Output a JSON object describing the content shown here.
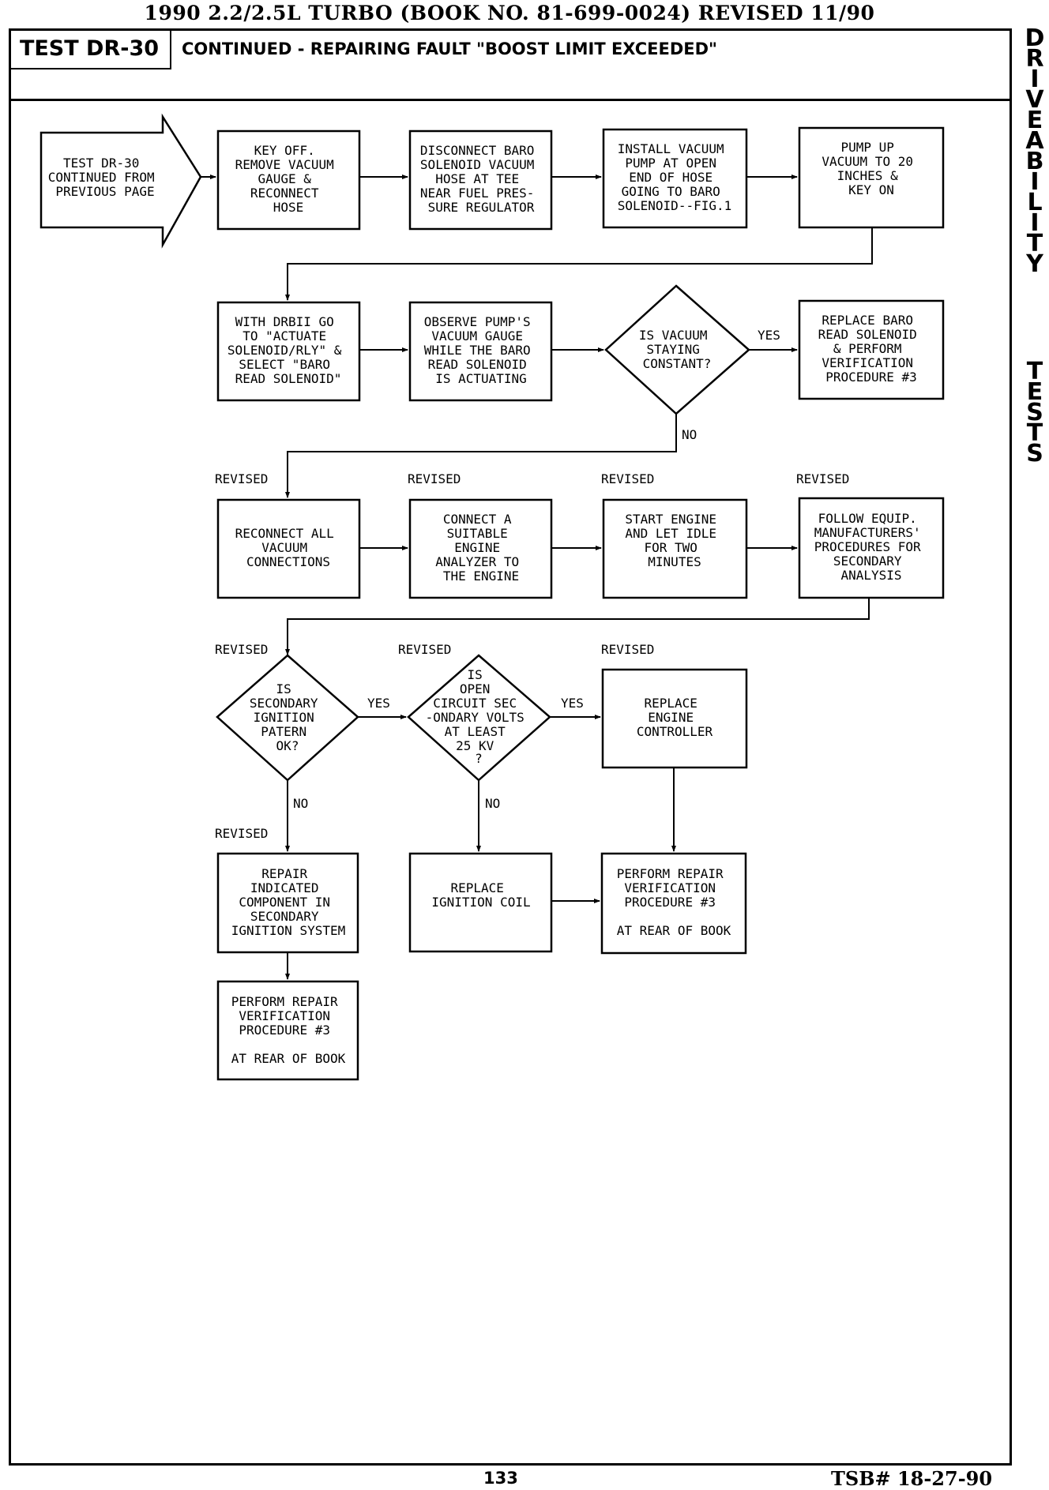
{
  "header": "1990 2.2/2.5L TURBO (BOOK NO. 81-699-0024) REVISED 11/90",
  "test_id": "TEST DR-30",
  "test_title": "CONTINUED - REPAIRING FAULT \"BOOST LIMIT EXCEEDED\"",
  "side_label_1": [
    "D",
    "R",
    "I",
    "V",
    "E",
    "A",
    "B",
    "I",
    "L",
    "I",
    "T",
    "Y"
  ],
  "side_label_2": [
    "T",
    "E",
    "S",
    "T",
    "S"
  ],
  "footer": {
    "page": "133",
    "tsb": "TSB# 18-27-90"
  },
  "nodes": {
    "start": [
      "TEST DR-30",
      "CONTINUED FROM",
      "PREVIOUS PAGE"
    ],
    "key_off": [
      "KEY OFF.",
      "REMOVE VACUUM",
      "GAUGE &",
      "RECONNECT",
      "HOSE"
    ],
    "disconnect": [
      "DISCONNECT BARO",
      "SOLENOID VACUUM",
      "HOSE AT TEE",
      "NEAR FUEL PRES-",
      "SURE REGULATOR"
    ],
    "install_pump": [
      "INSTALL VACUUM",
      "PUMP AT OPEN",
      "END OF HOSE",
      "GOING TO BARO",
      "SOLENOID--FIG.1"
    ],
    "pump_up": [
      "PUMP UP",
      "VACUUM TO 20",
      "INCHES  &",
      "KEY ON"
    ],
    "drbii": [
      "WITH DRBII GO",
      "TO \"ACTUATE",
      "SOLENOID/RLY\" &",
      "SELECT \"BARO",
      "READ SOLENOID\""
    ],
    "observe": [
      "OBSERVE PUMP'S",
      "VACUUM GAUGE",
      "WHILE THE BARO",
      "READ SOLENOID",
      "IS ACTUATING"
    ],
    "vacuum_q": [
      "IS VACUUM",
      "STAYING",
      "CONSTANT?"
    ],
    "replace_baro": [
      "REPLACE BARO",
      "READ SOLENOID",
      "& PERFORM",
      "VERIFICATION",
      "PROCEDURE #3"
    ],
    "reconnect": [
      "RECONNECT ALL",
      "VACUUM",
      "CONNECTIONS"
    ],
    "connect_analyzer": [
      "CONNECT A",
      "SUITABLE",
      "ENGINE",
      "ANALYZER TO",
      "THE ENGINE"
    ],
    "start_engine": [
      "START ENGINE",
      "AND LET IDLE",
      "FOR TWO",
      "MINUTES"
    ],
    "follow_equip": [
      "FOLLOW EQUIP.",
      "MANUFACTURERS'",
      "PROCEDURES FOR",
      "SECONDARY",
      "ANALYSIS"
    ],
    "secondary_q": [
      "IS",
      "SECONDARY",
      "IGNITION",
      "PATERN",
      "OK?"
    ],
    "open_circuit_q": [
      "IS",
      "OPEN",
      "CIRCUIT SEC",
      "-ONDARY VOLTS",
      "AT LEAST",
      "25 KV",
      "?"
    ],
    "replace_controller": [
      "REPLACE",
      "ENGINE",
      "CONTROLLER"
    ],
    "repair_indicated": [
      "REPAIR",
      "INDICATED",
      "COMPONENT IN",
      "SECONDARY",
      "IGNITION SYSTEM"
    ],
    "replace_coil": [
      "REPLACE",
      "IGNITION COIL"
    ],
    "verify_right": [
      "PERFORM REPAIR",
      "VERIFICATION",
      "PROCEDURE #3",
      "",
      "AT REAR OF BOOK"
    ],
    "verify_left": [
      "PERFORM REPAIR",
      "VERIFICATION",
      "PROCEDURE #3",
      "",
      "AT REAR OF BOOK"
    ]
  },
  "labels": {
    "yes": "YES",
    "no": "NO",
    "revised": "REVISED"
  }
}
